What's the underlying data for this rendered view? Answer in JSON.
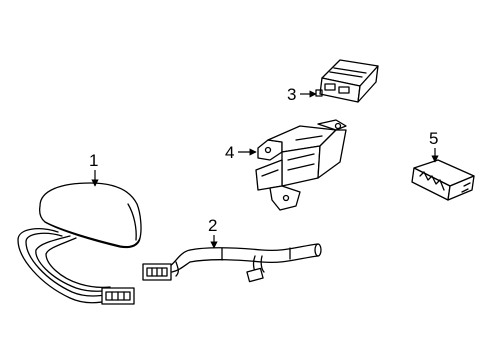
{
  "callouts": {
    "c1": "1",
    "c2": "2",
    "c3": "3",
    "c4": "4",
    "c5": "5"
  },
  "parts": [
    {
      "id": "1",
      "icon": "antenna-with-harness"
    },
    {
      "id": "2",
      "icon": "wire-harness"
    },
    {
      "id": "3",
      "icon": "control-module"
    },
    {
      "id": "4",
      "icon": "mounting-bracket"
    },
    {
      "id": "5",
      "icon": "receiver-module"
    }
  ],
  "colors": {
    "line": "#000000",
    "background": "#ffffff"
  }
}
